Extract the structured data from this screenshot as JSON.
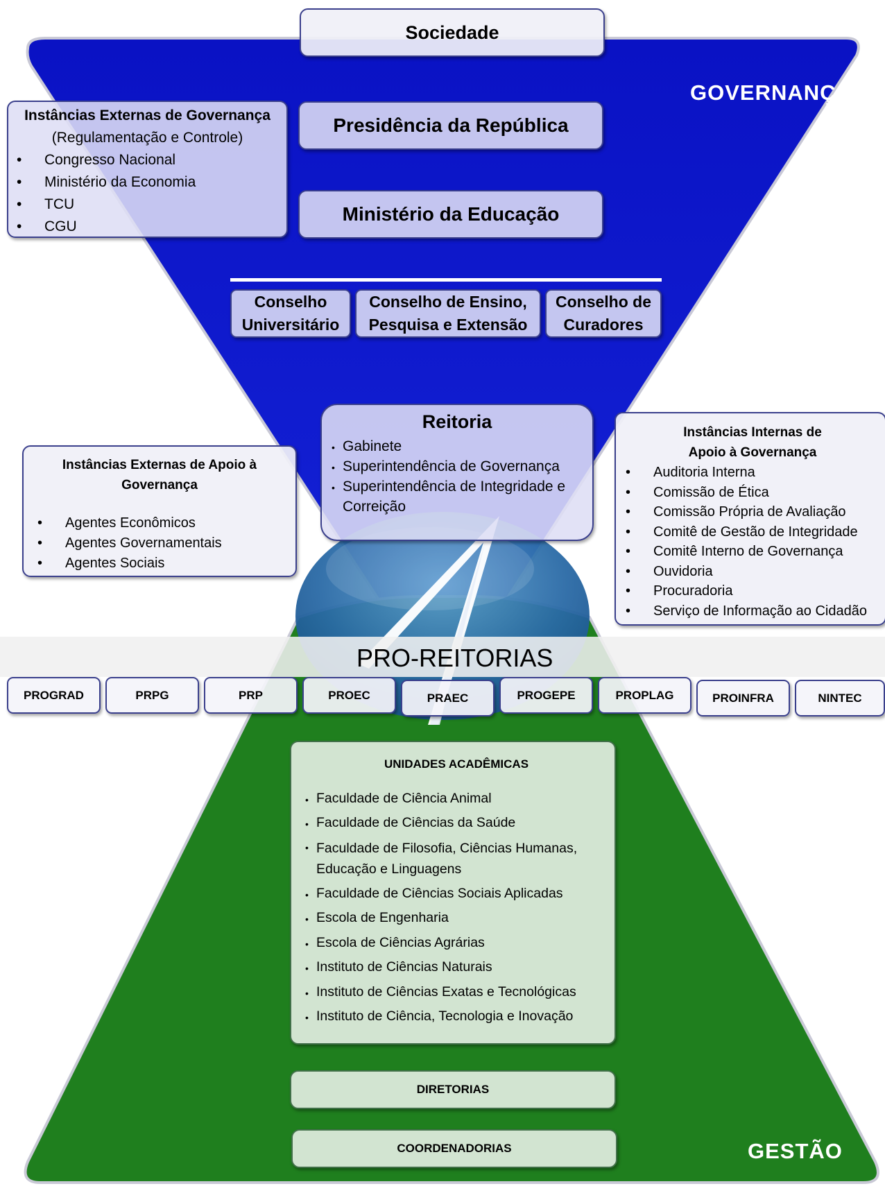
{
  "colors": {
    "governanca_blue": "#0d17c8",
    "gestao_green": "#1f7f1e",
    "box_fill": "#dedef5",
    "box_border": "#3a3f8c"
  },
  "labels": {
    "governanca": "GOVERNANÇA",
    "gestao": "GESTÃO"
  },
  "sociedade": "Sociedade",
  "presidencia": "Presidência da República",
  "ministerio": "Ministério da Educação",
  "instancias_externas_governanca": {
    "title": "Instâncias Externas de Governança",
    "subtitle": "(Regulamentação e Controle)",
    "items": [
      "Congresso Nacional",
      "Ministério da Economia",
      "TCU",
      "CGU"
    ]
  },
  "conselhos": [
    {
      "line1": "Conselho",
      "line2": "Universitário"
    },
    {
      "line1": "Conselho de Ensino,",
      "line2": "Pesquisa e Extensão"
    },
    {
      "line1": "Conselho de",
      "line2": "Curadores"
    }
  ],
  "reitoria": {
    "title": "Reitoria",
    "items": [
      "Gabinete",
      "Superintendência de Governança",
      "Superintendência de Integridade e Correição"
    ]
  },
  "instancias_externas_apoio": {
    "title_line1": "Instâncias Externas de Apoio à",
    "title_line2": "Governança",
    "items": [
      "Agentes Econômicos",
      "Agentes Governamentais",
      "Agentes Sociais"
    ]
  },
  "instancias_internas_apoio": {
    "title_line1": "Instâncias Internas de",
    "title_line2": "Apoio à Governança",
    "items": [
      "Auditoria Interna",
      "Comissão de Ética",
      "Comissão Própria de Avaliação",
      "Comitê de Gestão de Integridade",
      "Comitê Interno de Governança",
      "Ouvidoria",
      "Procuradoria",
      "Serviço de Informação ao Cidadão"
    ]
  },
  "pro_reitorias": {
    "title": "PRO-REITORIAS",
    "items": [
      "PROGRAD",
      "PRPG",
      "PRP",
      "PROEC",
      "PRAEC",
      "PROGEPE",
      "PROPLAG",
      "PROINFRA",
      "NINTEC"
    ]
  },
  "unidades_academicas": {
    "title": "UNIDADES ACADÊMICAS",
    "items": [
      "Faculdade de Ciência Animal",
      "Faculdade de Ciências da Saúde",
      "Faculdade de Filosofia, Ciências Humanas, Educação e Linguagens",
      "Faculdade de Ciências Sociais Aplicadas",
      "Escola de Engenharia",
      "Escola de Ciências Agrárias",
      "Instituto de Ciências Naturais",
      "Instituto de Ciências Exatas e Tecnológicas",
      "Instituto de Ciência, Tecnologia e Inovação"
    ]
  },
  "diretorias": "DIRETORIAS",
  "coordenadorias": "COORDENADORIAS"
}
